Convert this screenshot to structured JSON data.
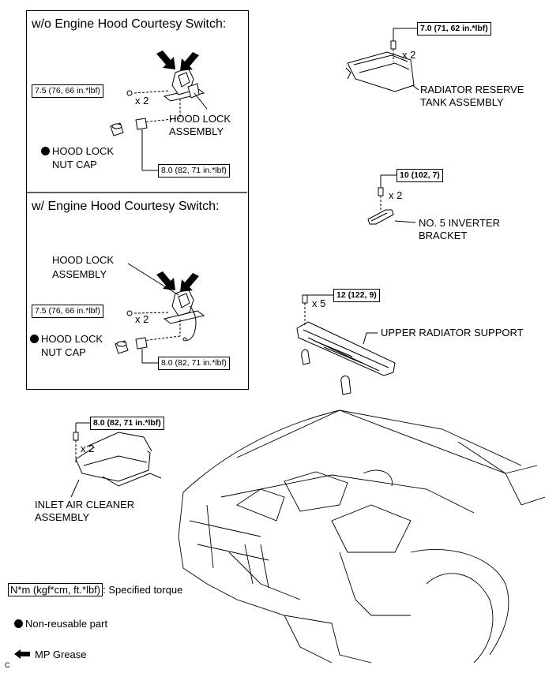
{
  "panel_top": {
    "title": "w/o Engine Hood Courtesy Switch:",
    "torque_left": "7.5 (76, 66 in.*lbf)",
    "qty_left": "x 2",
    "part_label_line1": "HOOD LOCK",
    "part_label_line2": "ASSEMBLY",
    "cap_label_line1": "HOOD LOCK",
    "cap_label_line2": "NUT CAP",
    "torque_bottom": "8.0 (82, 71 in.*lbf)"
  },
  "panel_bottom": {
    "title": "w/ Engine Hood Courtesy Switch:",
    "part_label_line1": "HOOD LOCK",
    "part_label_line2": "ASSEMBLY",
    "torque_left": "7.5 (76, 66 in.*lbf)",
    "qty_left": "x 2",
    "cap_label_line1": "HOOD LOCK",
    "cap_label_line2": "NUT CAP",
    "torque_bottom": "8.0 (82, 71 in.*lbf)"
  },
  "radiator_tank": {
    "torque": "7.0 (71, 62 in.*lbf)",
    "qty": "x 2",
    "label_line1": "RADIATOR RESERVE",
    "label_line2": "TANK ASSEMBLY"
  },
  "inverter_bracket": {
    "torque": "10 (102, 7)",
    "qty": "x 2",
    "label_line1": "NO. 5 INVERTER",
    "label_line2": "BRACKET"
  },
  "radiator_support": {
    "torque": "12 (122, 9)",
    "qty": "x 5",
    "label": "UPPER RADIATOR SUPPORT"
  },
  "air_cleaner": {
    "torque": "8.0 (82, 71 in.*lbf)",
    "qty": "x 2",
    "label_line1": "INLET AIR CLEANER",
    "label_line2": "ASSEMBLY"
  },
  "legend": {
    "torque_unit_box": "N*m (kgf*cm, ft.*lbf)",
    "torque_text": ": Specified torque",
    "nonreusable_text": "Non-reusable part",
    "grease_text": "MP Grease"
  },
  "corner_code": "C"
}
